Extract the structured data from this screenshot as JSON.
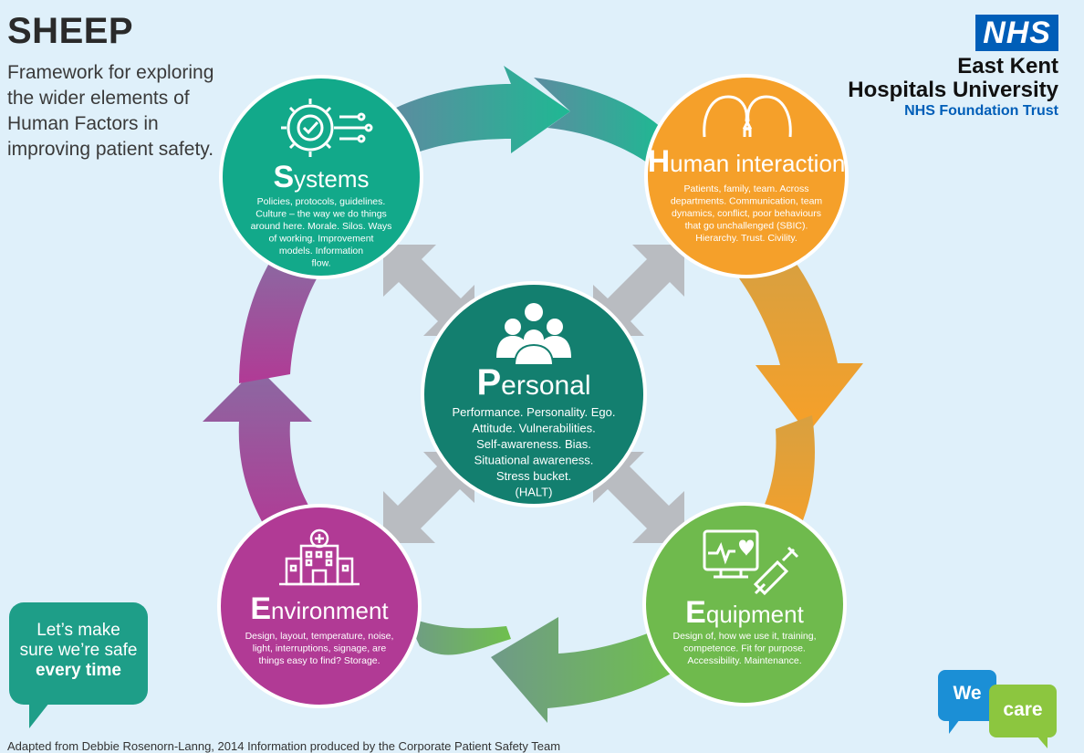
{
  "title": "SHEEP",
  "subtitle": "Framework for exploring the wider elements of Human Factors in improving patient safety.",
  "logo": {
    "nhs": "NHS",
    "org_line1": "East Kent",
    "org_line2": "Hospitals University",
    "org_line3": "NHS Foundation Trust"
  },
  "nodes": {
    "systems": {
      "initial": "S",
      "rest": "ystems",
      "lines": [
        "Policies, protocols, guidelines.",
        "Culture – the way we do things",
        "around here. Morale. Silos. Ways",
        "of working. Improvement",
        "models. Information",
        "flow."
      ]
    },
    "human": {
      "initial": "H",
      "rest": "uman interaction",
      "lines": [
        "Patients, family, team. Across",
        "departments. Communication, team",
        "dynamics, conflict, poor behaviours",
        "that go unchallenged (SBIC).",
        "Hierarchy. Trust. Civility."
      ]
    },
    "personal": {
      "initial": "P",
      "rest": "ersonal",
      "lines": [
        "Performance. Personality. Ego.",
        "Attitude. Vulnerabilities.",
        "Self-awareness. Bias.",
        "Situational awareness.",
        "Stress bucket.",
        "(HALT)"
      ]
    },
    "environment": {
      "initial": "E",
      "rest": "nvironment",
      "lines": [
        "Design, layout, temperature, noise,",
        "light, interruptions, signage, are",
        "things easy to find? Storage."
      ]
    },
    "equipment": {
      "initial": "E",
      "rest": "quipment",
      "lines": [
        "Design of, how we use it, training,",
        "competence. Fit for purpose.",
        "Accessibility. Maintenance."
      ]
    }
  },
  "colors": {
    "systems": "#12a98a",
    "human": "#f5a02a",
    "personal": "#137f6f",
    "environment": "#b13a95",
    "equipment": "#6fba4d",
    "connector": "#b9bcc1"
  },
  "bubble": {
    "line1": "Let’s make",
    "line2": "sure we’re safe",
    "line3": "every time"
  },
  "credit": "Adapted from Debbie Rosenorn-Lanng, 2014 Information produced by the Corporate Patient Safety Team",
  "wecare": {
    "we": "We",
    "care": "care"
  }
}
